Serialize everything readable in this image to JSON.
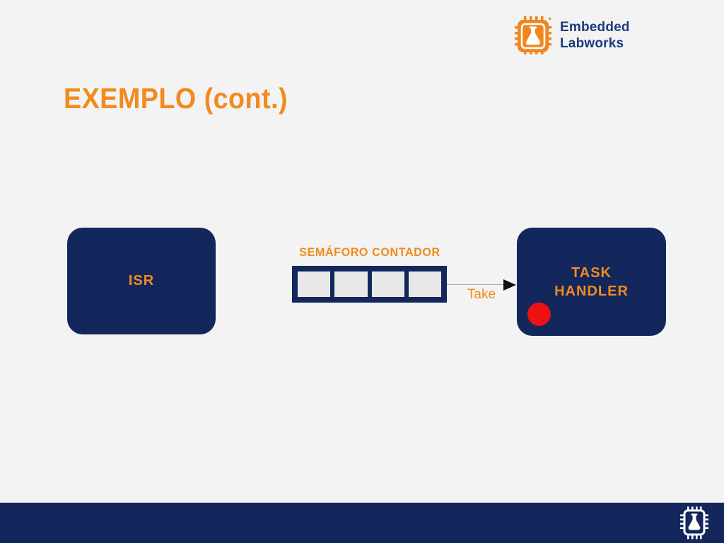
{
  "logo": {
    "line1": "Embedded",
    "line2": "Labworks"
  },
  "slide": {
    "title": "EXEMPLO (cont.)"
  },
  "diagram": {
    "isr": {
      "label": "ISR"
    },
    "semaphore": {
      "label": "SEMÁFORO CONTADOR",
      "slots": 4,
      "filled": 0
    },
    "arrow": {
      "label": "Take"
    },
    "task": {
      "line1": "TASK",
      "line2": "HANDLER"
    }
  },
  "icons": {
    "logo_chip": "chip-flask-icon",
    "footer_chip": "chip-flask-outline-icon"
  },
  "colors": {
    "navy": "#13275C",
    "orange": "#F28A1D",
    "red": "#EE1111",
    "background": "#F2F3F2",
    "slot_gray": "#E8E8E8",
    "line_gray": "#A9A9A9",
    "arrow_black": "#111111",
    "logo_navy": "#1D3C7B",
    "logo_orange": "#F0861F"
  }
}
